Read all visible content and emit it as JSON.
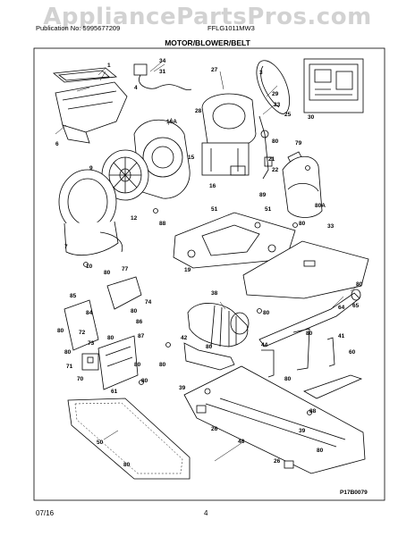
{
  "watermark": "AppliancePartsPros.com",
  "header": {
    "publication": "Publication No: 5995677209",
    "model": "FFLG1011MW3"
  },
  "section_title": "MOTOR/BLOWER/BELT",
  "footer": {
    "date": "07/16",
    "page": "4"
  },
  "diagram_code": "P17B0079",
  "part_labels": {
    "p1": "1",
    "p3": "3",
    "p4": "4",
    "p6": "6",
    "p7": "7",
    "p9": "9",
    "p10": "10",
    "p12": "12",
    "p15": "15",
    "p16": "16",
    "p16a": "16A",
    "p19": "19",
    "p21": "21",
    "p22": "22",
    "p23": "23",
    "p25": "25",
    "p26a": "26",
    "p26b": "26",
    "p27": "27",
    "p28": "28",
    "p29": "29",
    "p30": "30",
    "p31": "31",
    "p33": "33",
    "p34": "34",
    "p38": "38",
    "p39a": "39",
    "p39b": "39",
    "p41": "41",
    "p42": "42",
    "p44": "44",
    "p48": "48",
    "p50": "50",
    "p51a": "51",
    "p51b": "51",
    "p60": "60",
    "p61": "61",
    "p64": "64",
    "p65": "65",
    "p70": "70",
    "p71": "71",
    "p72": "72",
    "p73": "73",
    "p74": "74",
    "p77": "77",
    "p79": "79",
    "p80a": "80",
    "p80b": "80",
    "p80c": "80",
    "p80d": "80",
    "p80e": "80",
    "p80f": "80",
    "p80g": "80",
    "p80h": "80",
    "p80i": "80",
    "p80j": "80",
    "p80k": "80",
    "p80l": "80",
    "p80m": "80",
    "p80n": "80",
    "p80o": "80",
    "p80p": "80",
    "p80q": "80",
    "p80a2": "80A",
    "p84": "84",
    "p85": "85",
    "p86": "86",
    "p87": "87",
    "p88a": "88",
    "p88b": "88",
    "p89": "89"
  }
}
